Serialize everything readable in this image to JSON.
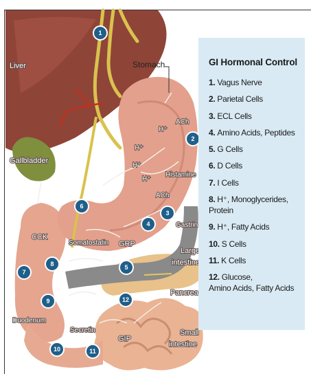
{
  "legend": {
    "title": "GI Hormonal Control",
    "items": [
      {
        "num": "1.",
        "lines": [
          "Vagus Nerve"
        ]
      },
      {
        "num": "2.",
        "lines": [
          "Parietal Cells"
        ]
      },
      {
        "num": "3.",
        "lines": [
          "ECL Cells"
        ]
      },
      {
        "num": "4.",
        "lines": [
          "Amino Acids, Peptides"
        ]
      },
      {
        "num": "5.",
        "lines": [
          "G Cells"
        ]
      },
      {
        "num": "6.",
        "lines": [
          "D Cells"
        ]
      },
      {
        "num": "7.",
        "lines": [
          "I Cells"
        ]
      },
      {
        "num": "8.",
        "lines": [
          "H⁺, Monoglycerides,",
          "Protein"
        ]
      },
      {
        "num": "9.",
        "lines": [
          "H⁺, Fatty Acids"
        ]
      },
      {
        "num": "10.",
        "lines": [
          "S Cells"
        ]
      },
      {
        "num": "11.",
        "lines": [
          "K Cells"
        ]
      },
      {
        "num": "12.",
        "lines": [
          "Glucose,",
          "Amino Acids, Fatty Acids"
        ]
      }
    ]
  },
  "labels": {
    "liver": "Liver",
    "stomach": "Stomach",
    "gallbladder": "Gallbladder",
    "ach_top": "ACh",
    "hplus_1": "H⁺",
    "hplus_2": "H⁺",
    "hplus_3": "H⁺",
    "hplus_4": "H⁺",
    "histamine": "Histamine",
    "ach_mid": "ACh",
    "gastrin": "Gastrin",
    "cck": "CCK",
    "somatostatin": "Somatostatin",
    "grp": "GRP",
    "large_intestine_1": "Large",
    "large_intestine_2": "intestine",
    "pancreas": "Pancreas",
    "duodenum": "Duodenum",
    "secretin": "Secretin",
    "gip": "GIP",
    "small_intestine_1": "Small",
    "small_intestine_2": "intestine"
  },
  "badges": [
    "1",
    "2",
    "3",
    "4",
    "5",
    "6",
    "7",
    "8",
    "9",
    "10",
    "11",
    "12"
  ],
  "colors": {
    "badge": "#1f5f8a",
    "legend_bg": "#d9eaf4",
    "liver": "#8f4438",
    "stomach": "#e3a08c",
    "pancreas": "#e8c28a",
    "nerve": "#d9c24e",
    "large_intestine": "#8a8a8a"
  }
}
